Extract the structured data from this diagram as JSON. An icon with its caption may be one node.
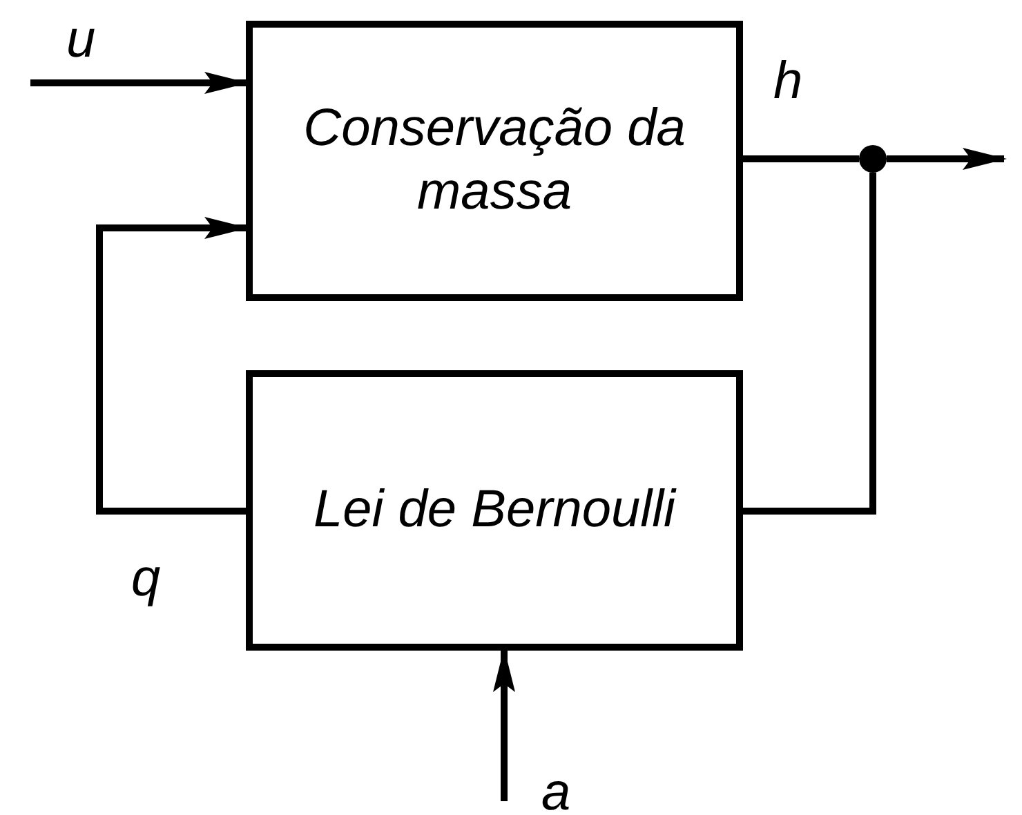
{
  "diagram": {
    "nodes": [
      {
        "text": [
          "Conservação da massa"
        ]
      },
      {
        "text": [
          "Lei de Bernoulli"
        ]
      },
      {
        "text": [],
        "shape": "circle"
      }
    ],
    "edges": [
      {
        "from": null,
        "to": 0,
        "arrow": "to"
      },
      {
        "from": 0,
        "to": 2,
        "arrow": "none"
      },
      {
        "from": 2,
        "to": null,
        "arrow": "to"
      },
      {
        "from": 2,
        "to": 1,
        "arrow": "none"
      },
      {
        "from": 1,
        "to": 0,
        "arrow": "to"
      },
      {
        "from": null,
        "to": 1,
        "arrow": "to"
      }
    ],
    "labels": [
      "u",
      "h",
      "q",
      "a"
    ]
  }
}
